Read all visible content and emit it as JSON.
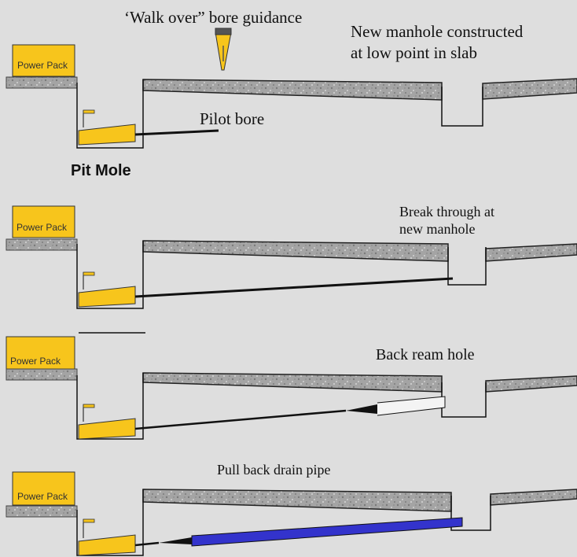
{
  "colors": {
    "background": "#dedede",
    "machine_yellow": "#f7c51c",
    "pipe_blue": "#3333cc",
    "slab_gray": "#a9a9a9",
    "line_black": "#111111"
  },
  "icons": [
    "locator-icon",
    "mole-machine-icon",
    "power-pack-icon"
  ],
  "labels": {
    "guidance": "‘Walk over” bore guidance",
    "manhole_line1": "New manhole constructed",
    "manhole_line2": "at low point in slab",
    "pilot_bore": "Pilot bore",
    "pit_mole": "Pit Mole",
    "break_line1": "Break through at",
    "break_line2": "new manhole",
    "back_ream": "Back ream hole",
    "pull_back": "Pull back drain pipe"
  },
  "power_pack_label": "Power Pack",
  "stages": [
    {
      "name": "pilot-bore",
      "power_pack_label": "Power Pack"
    },
    {
      "name": "break-through",
      "power_pack_label": "Power Pack"
    },
    {
      "name": "back-ream",
      "power_pack_label": "Power Pack"
    },
    {
      "name": "pull-back",
      "power_pack_label": "Power Pack"
    }
  ]
}
